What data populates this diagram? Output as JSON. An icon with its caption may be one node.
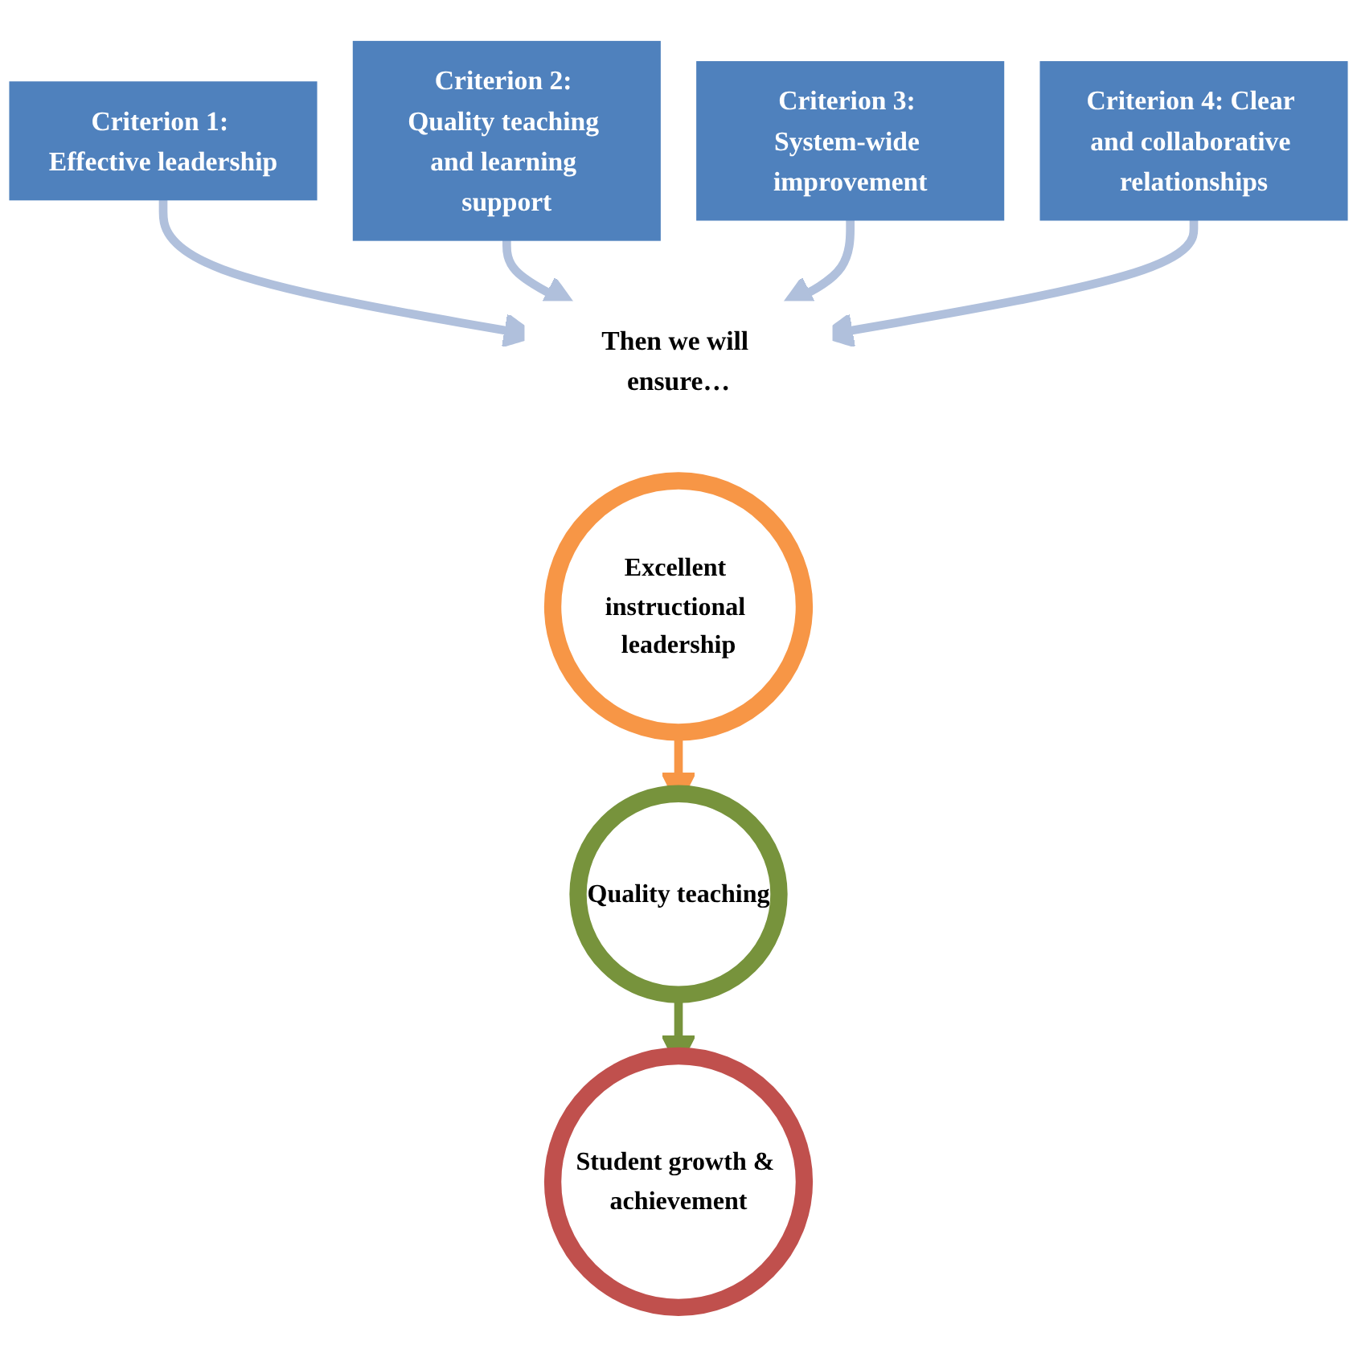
{
  "diagram": {
    "nodes": [
      {
        "text": [
          "Criterion 1: Effective leadership"
        ]
      },
      {
        "text": [
          "Criterion 2: Quality teaching and learning support"
        ]
      },
      {
        "text": [
          "Criterion 3: System-wide improvement"
        ]
      },
      {
        "text": [
          "Criterion 4: Clear and collaborative relationships"
        ]
      },
      {
        "text": [
          "Then we will ensure…"
        ]
      },
      {
        "text": [
          "Excellent instructional leadership"
        ]
      },
      {
        "text": [
          "Quality teaching"
        ]
      },
      {
        "text": [
          "Student growth & achievement"
        ]
      }
    ],
    "edges": [
      {
        "from": 0,
        "to": 4,
        "arrow": "to"
      },
      {
        "from": 1,
        "to": 4,
        "arrow": "to"
      },
      {
        "from": 2,
        "to": 4,
        "arrow": "to"
      },
      {
        "from": 3,
        "to": 4,
        "arrow": "to"
      },
      {
        "from": 5,
        "to": 6,
        "arrow": "to",
        "color": "#f79646"
      },
      {
        "from": 6,
        "to": 7,
        "arrow": "to",
        "color": "#77933c"
      }
    ]
  }
}
